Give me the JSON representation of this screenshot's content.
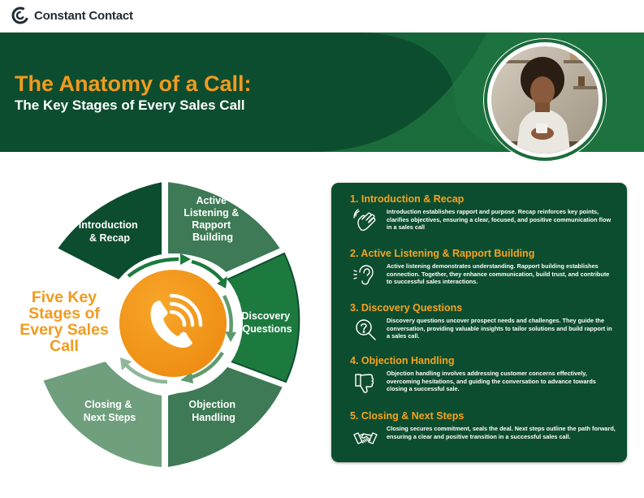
{
  "brand": {
    "name": "Constant Contact"
  },
  "header": {
    "title": "The Anatomy of a Call:",
    "subtitle": "The Key Stages of Every Sales Call"
  },
  "colors": {
    "dark_green": "#0d4d2f",
    "mid_green": "#1a6a3a",
    "orange": "#f29a1f",
    "wheel_green": "#3c7a52",
    "light_green": "#5f9a6f"
  },
  "wheel": {
    "center_title": "Five Key Stages of Every Sales Call",
    "center_icon": "phone-call-icon",
    "segments": [
      {
        "label_lines": [
          "Introduction",
          "& Recap"
        ]
      },
      {
        "label_lines": [
          "Active",
          "Listening &",
          "Rapport",
          "Building"
        ]
      },
      {
        "label_lines": [
          "Discovery",
          "Questions"
        ]
      },
      {
        "label_lines": [
          "Objection",
          "Handling"
        ]
      },
      {
        "label_lines": [
          "Closing &",
          "Next Steps"
        ]
      }
    ]
  },
  "stages": [
    {
      "title": "1.  Introduction & Recap",
      "icon": "waving-hand-icon",
      "description": "Introduction establishes rapport and purpose. Recap reinforces key points, clarifies objectives, ensuring a clear, focused, and positive communication flow in a sales call"
    },
    {
      "title": "2.  Active Listening & Rapport Building",
      "icon": "ear-icon",
      "description": "Active listening demonstrates understanding. Rapport building establishes connection. Together, they enhance communication, build trust, and contribute to successful sales interactions."
    },
    {
      "title": "3.  Discovery Questions",
      "icon": "magnifier-question-icon",
      "description": "Discovery questions uncover prospect needs and challenges. They guide the conversation, providing valuable insights to tailor solutions and build rapport in a sales call."
    },
    {
      "title": "4.  Objection Handling",
      "icon": "thumbs-down-icon",
      "description": "Objection handling involves addressing customer concerns effectively, overcoming hesitations, and guiding the conversation to advance towards closing a successful sale."
    },
    {
      "title": "5.  Closing & Next Steps",
      "icon": "handshake-icon",
      "description": "Closing secures commitment, seals the deal. Next steps outline the path forward, ensuring a clear and positive transition in a successful sales call."
    }
  ]
}
